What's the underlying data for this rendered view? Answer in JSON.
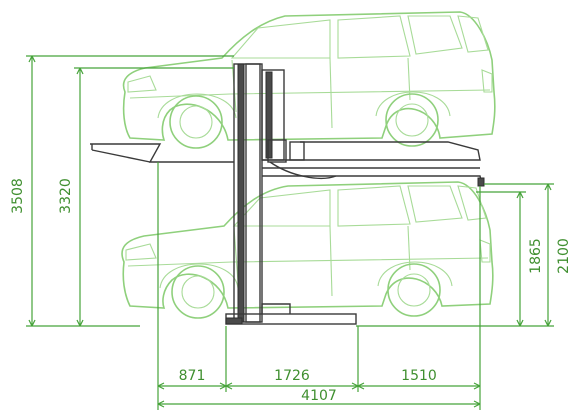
{
  "dimensions": {
    "total_height": "3508",
    "upper_height": "3320",
    "platform_height": "2100",
    "lower_clearance": "1865",
    "left_overhang": "871",
    "post_width": "1726",
    "right_overhang": "1510",
    "total_length": "4107"
  },
  "colors": {
    "dimension": "#46a33a",
    "car_outline": "#8fd07c",
    "steel": "#3a3a3a"
  }
}
